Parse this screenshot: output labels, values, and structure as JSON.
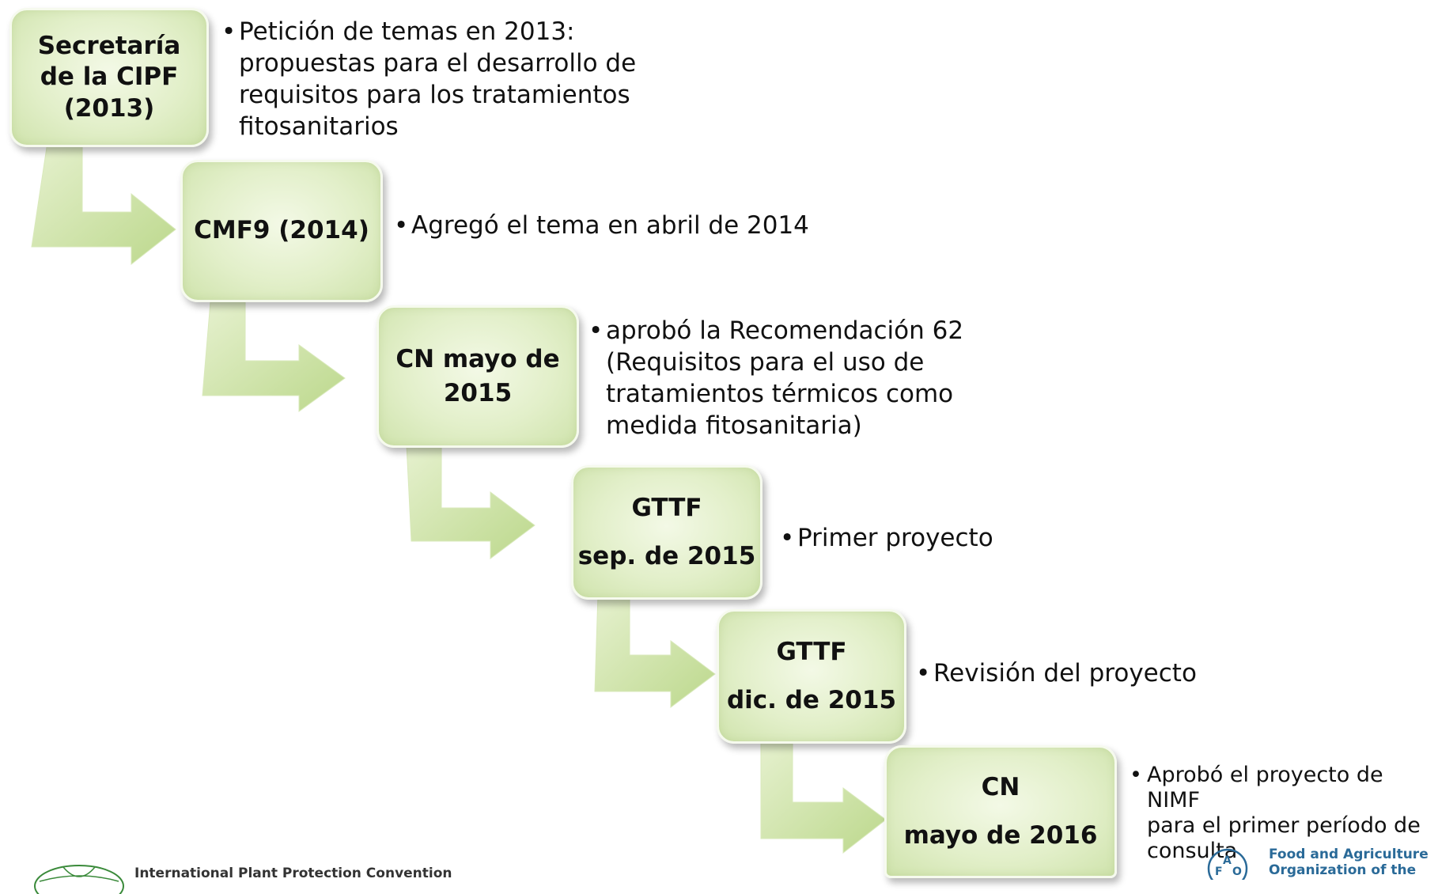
{
  "steps": [
    {
      "box_lines": [
        "Secretaría",
        "de la CIPF",
        "(2013)"
      ],
      "note_lines": [
        "Petición de temas en 2013:",
        "propuestas para el desarrollo de",
        "requisitos para los tratamientos",
        "fitosanitarios"
      ]
    },
    {
      "box_lines": [
        "CMF9 (2014)"
      ],
      "note_lines": [
        "Agregó el tema en abril de 2014"
      ]
    },
    {
      "box_lines": [
        "CN mayo de",
        "2015"
      ],
      "note_lines": [
        "aprobó la Recomendación 62",
        "(Requisitos para el uso de",
        "tratamientos térmicos como",
        "medida fitosanitaria)"
      ]
    },
    {
      "box_lines": [
        "GTTF",
        "sep. de 2015"
      ],
      "note_lines": [
        "Primer proyecto"
      ]
    },
    {
      "box_lines": [
        "GTTF",
        "dic. de 2015"
      ],
      "note_lines": [
        "Revisión del proyecto"
      ]
    },
    {
      "box_lines": [
        "CN",
        "mayo de 2016"
      ],
      "note_lines": [
        "Aprobó el proyecto de NIMF",
        "para el primer período de",
        "consulta"
      ]
    }
  ],
  "bullet": "•",
  "footer": {
    "ippc_text": "International Plant Protection Convention",
    "fao_lines": [
      "Food and Agriculture",
      "Organization of the"
    ],
    "fao_emblem_letters": [
      "F",
      "A",
      "O"
    ]
  },
  "colors": {
    "box_fill": "#e2efc9",
    "arrow_fill": "#c4dc96",
    "arrow_light": "#e3efc9",
    "footer_blue": "#2a6a98",
    "ippc_green": "#3a8a3a"
  }
}
